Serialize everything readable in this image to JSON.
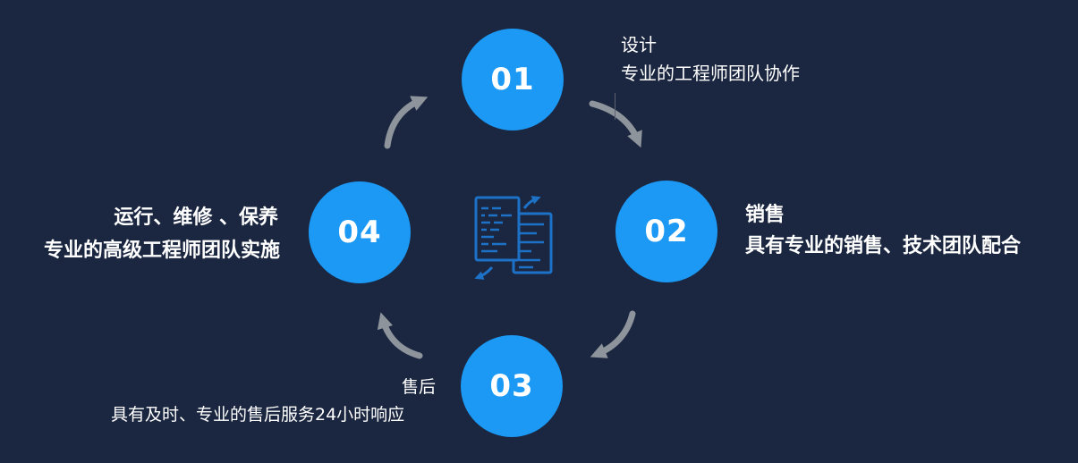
{
  "colors": {
    "background": "#1b2740",
    "accent": "#1b99f5",
    "arrow": "#8e949c",
    "icon_stroke": "#1d72c8",
    "text": "#ffffff"
  },
  "steps": [
    {
      "number": "01",
      "title": "设计",
      "desc": "专业的工程师团队协作"
    },
    {
      "number": "02",
      "title": "销售",
      "desc": "具有专业的销售、技术团队配合"
    },
    {
      "number": "03",
      "title": "售后",
      "desc": "具有及时、专业的售后服务24小时响应"
    },
    {
      "number": "04",
      "title": "运行、维修 、保养",
      "desc": "专业的高级工程师团队实施"
    }
  ],
  "center_icon": "documents-sync-icon"
}
